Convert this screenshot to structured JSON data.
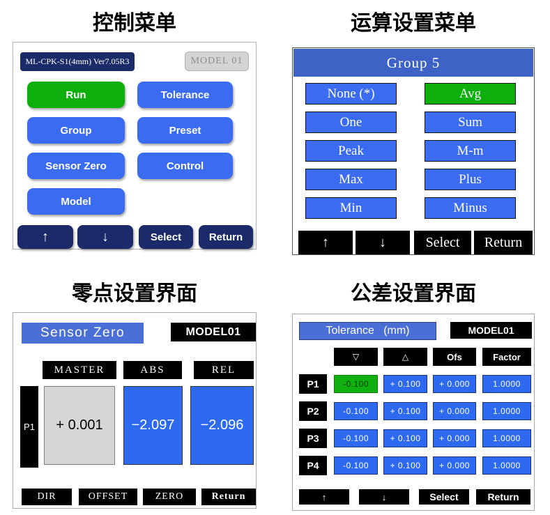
{
  "titles": {
    "control": "控制菜单",
    "operation": "运算设置菜单",
    "zero": "零点设置界面",
    "tolerance": "公差设置界面"
  },
  "control": {
    "version": "ML-CPK-S1(4mm) Ver7.05R3",
    "model_label": "MODEL 01",
    "buttons": {
      "run": "Run",
      "tolerance": "Tolerance",
      "group": "Group",
      "preset": "Preset",
      "sensor_zero": "Sensor Zero",
      "control": "Control",
      "model": "Model"
    },
    "nav": {
      "up": "↑",
      "down": "↓",
      "select": "Select",
      "return": "Return"
    }
  },
  "operation": {
    "header": "Group 5",
    "options_left": [
      "None (*)",
      "One",
      "Peak",
      "Max",
      "Min"
    ],
    "options_right": [
      "Avg",
      "Sum",
      "M-m",
      "Plus",
      "Minus"
    ],
    "selected_option": "Avg",
    "nav": {
      "up": "↑",
      "down": "↓",
      "select": "Select",
      "return": "Return"
    }
  },
  "zero": {
    "header": "Sensor Zero",
    "model_label": "MODEL01",
    "columns": [
      "MASTER",
      "ABS",
      "REL"
    ],
    "channel": "P1",
    "master_value": "+ 0.001",
    "abs_value": "−2.097",
    "rel_value": "−2.096",
    "nav": {
      "dir": "DIR",
      "offset": "OFFSET",
      "zero": "ZERO",
      "return": "Return"
    }
  },
  "tolerance": {
    "header": "Tolerance   (mm)",
    "model_label": "MODEL01",
    "columns": [
      "▽",
      "△",
      "Ofs",
      "Factor"
    ],
    "rows": [
      {
        "label": "P1",
        "lower": "-0.100",
        "upper": "+ 0.100",
        "ofs": "+ 0.000",
        "factor": "1.0000"
      },
      {
        "label": "P2",
        "lower": "-0.100",
        "upper": "+ 0.100",
        "ofs": "+ 0.000",
        "factor": "1.0000"
      },
      {
        "label": "P3",
        "lower": "-0.100",
        "upper": "+ 0.100",
        "ofs": "+ 0.000",
        "factor": "1.0000"
      },
      {
        "label": "P4",
        "lower": "-0.100",
        "upper": "+ 0.100",
        "ofs": "+ 0.000",
        "factor": "1.0000"
      }
    ],
    "selected_cell": "P1 lower",
    "nav": {
      "up": "↑",
      "down": "↓",
      "select": "Select",
      "return": "Return"
    }
  },
  "colors": {
    "button_blue": "#3A6BF0",
    "active_green": "#0CAF0C",
    "nav_navy": "#1B2B69",
    "header_blue": "#3E63C6",
    "bar_blue": "#4A6FD6",
    "black": "#000000"
  }
}
